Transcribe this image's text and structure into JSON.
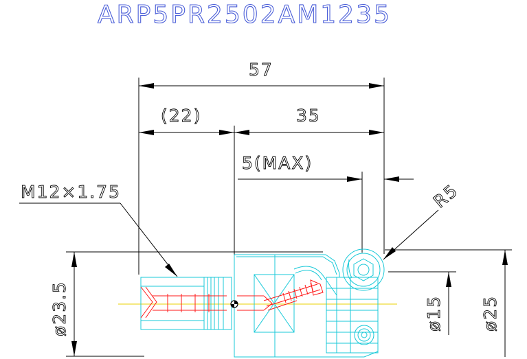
{
  "title": "ARP5PR2502AM1235",
  "dimensions": {
    "overall_length": "57",
    "thread_length": "(22)",
    "body_length": "35",
    "max_offset": "5(MAX)",
    "thread_spec": "M12×1.75",
    "radius": "R5",
    "diameter_shank": "ø23.5",
    "diameter_neck": "ø15",
    "diameter_head": "ø25"
  },
  "colors": {
    "title": "#4a5ed8",
    "dimension_lines": "#000000",
    "outline": "#18c9d8",
    "thread": "#ff1a1a",
    "centerline": "#e8d000"
  }
}
